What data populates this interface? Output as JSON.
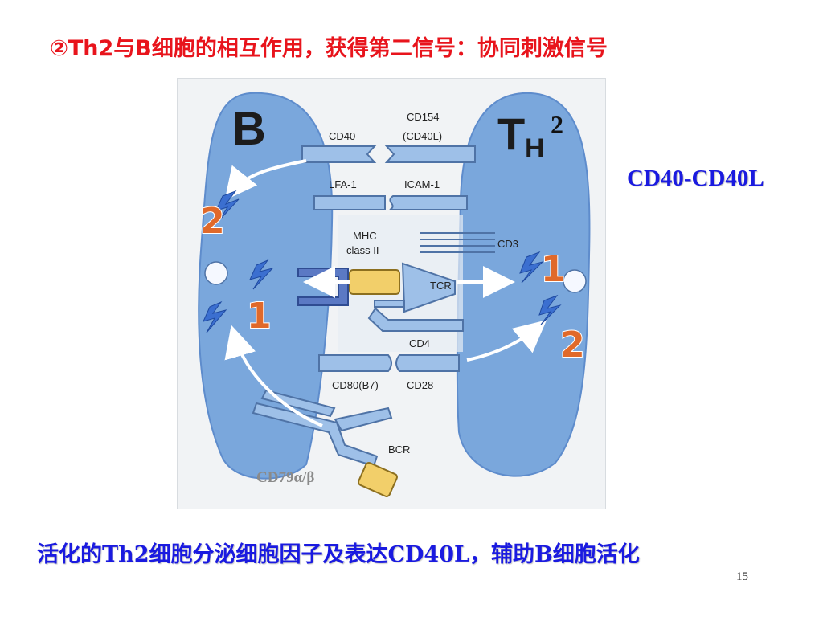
{
  "slide": {
    "title": "②Th2与B细胞的相互作用，获得第二信号：协同刺激信号",
    "side_label": "CD40-CD40L",
    "caption": "活化的Th2细胞分泌细胞因子及表达CD40L，辅助B细胞活化",
    "page_number": "15"
  },
  "diagram": {
    "b_cell_label": "B",
    "th_main": "T",
    "th_sub": "H",
    "th_number": "2",
    "molecules": {
      "cd40": "CD40",
      "cd154_line1": "CD154",
      "cd154_line2": "(CD40L)",
      "lfa1": "LFA-1",
      "icam1": "ICAM-1",
      "mhc_line1": "MHC",
      "mhc_line2": "class II",
      "cd3": "CD3",
      "tcr": "TCR",
      "cd4": "CD4",
      "cd80": "CD80(B7)",
      "cd28": "CD28",
      "bcr": "BCR",
      "cd79": "CD79α/β"
    },
    "signals": {
      "b_signal_2": "2",
      "b_signal_1": "1",
      "t_signal_1": "1",
      "t_signal_2": "2"
    },
    "colors": {
      "cell_fill": "#7aa7dc",
      "membrane_fill": "#9ec0e8",
      "title_red": "#e8141c",
      "label_blue": "#1a1ae0",
      "signal_orange": "#e0692a",
      "antigen_yellow": "#f2cf6a"
    }
  }
}
